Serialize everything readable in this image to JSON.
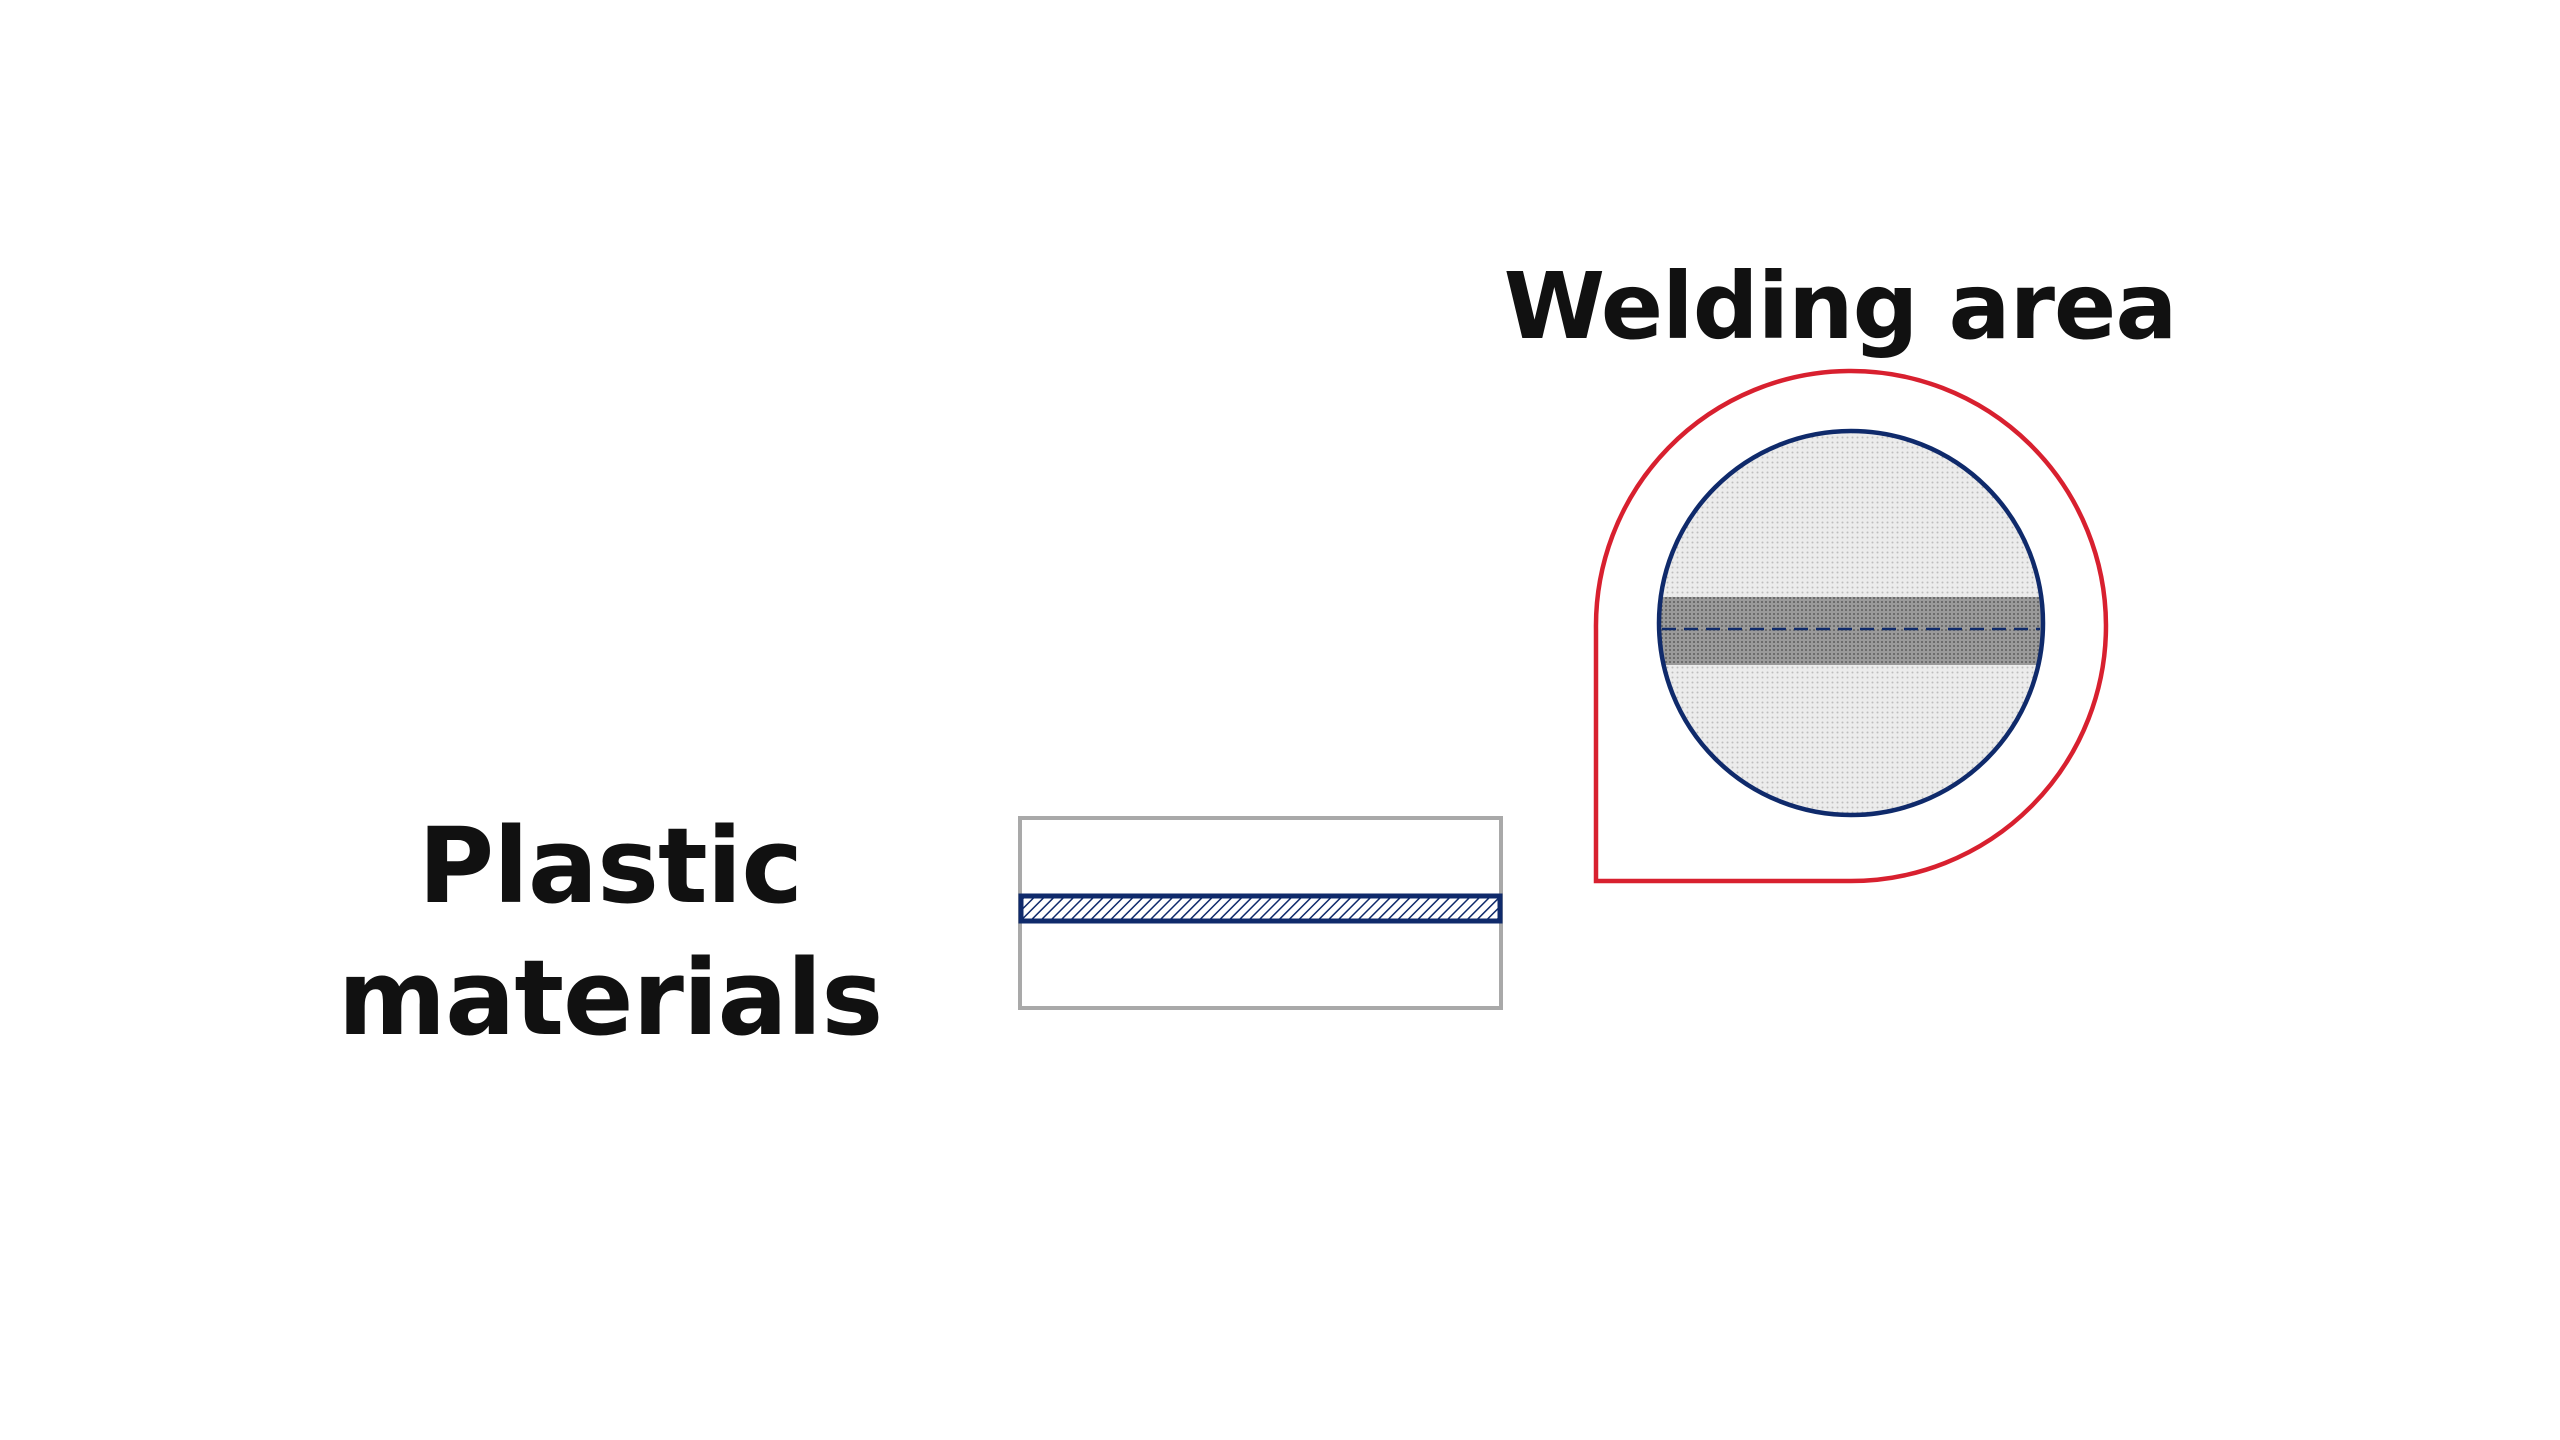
{
  "labels": {
    "welding_area": "Welding area",
    "plastic_line1": "Plastic",
    "plastic_line2": "materials"
  },
  "colors": {
    "callout_outline": "#d8202f",
    "weld_navy": "#0f2a6b",
    "plate_outline": "#a9a9a9",
    "circle_fill": "#dedede",
    "weld_band_fill": "#8e8e8e",
    "text": "#111111"
  }
}
